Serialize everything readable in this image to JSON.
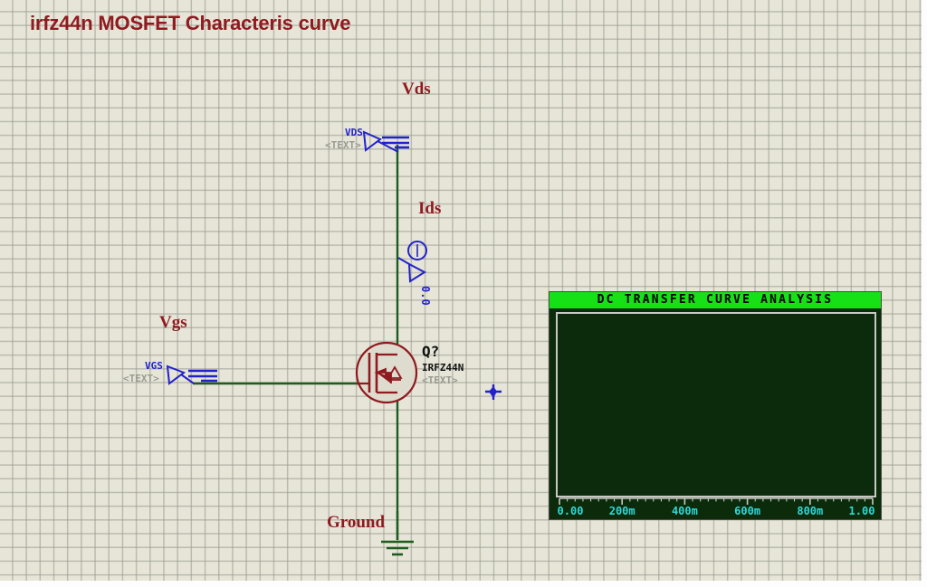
{
  "window": {
    "title": "irfz44n MOSFET Characteris curve",
    "border_color": "#ee1b18",
    "background_color": "#e6e5d8",
    "grid_color": "#96968c"
  },
  "schematic": {
    "net_labels": {
      "vds": "Vds",
      "ids": "Ids",
      "vgs": "Vgs",
      "ground": "Ground"
    },
    "wire_color": "#1d5c1d",
    "component_color": "#8f1a1f",
    "probe_color": "#2222cc",
    "components": [
      {
        "name": "dc-source-vds",
        "ref": "VDS",
        "text": "<TEXT>",
        "type": "dc-voltage-source"
      },
      {
        "name": "dc-source-vgs",
        "ref": "VGS",
        "text": "<TEXT>",
        "type": "dc-voltage-source"
      },
      {
        "name": "current-probe",
        "ref": "0.0",
        "type": "current-probe"
      },
      {
        "name": "mosfet",
        "ref": "Q?",
        "part": "IRFZ44N",
        "text": "<TEXT>",
        "type": "n-channel-mosfet"
      },
      {
        "name": "ground-symbol",
        "type": "ground"
      },
      {
        "name": "junction-marker",
        "type": "junction"
      }
    ]
  },
  "graph": {
    "title": "DC TRANSFER CURVE ANALYSIS",
    "title_bg": "#16e016",
    "plot_bg": "#0c2a0c",
    "tick_color": "#2fd8d8"
  },
  "chart_data": {
    "type": "line",
    "title": "DC TRANSFER CURVE ANALYSIS",
    "xlabel": "",
    "ylabel": "",
    "grid": false,
    "legend": "none",
    "xlim": [
      0,
      1
    ],
    "x_ticks": [
      0,
      0.2,
      0.4,
      0.6,
      0.8,
      1
    ],
    "x_tick_labels": [
      "0.00",
      "200m",
      "400m",
      "600m",
      "800m",
      "1.00"
    ],
    "series": [
      {
        "name": "Ids",
        "x": [],
        "values": []
      }
    ]
  }
}
